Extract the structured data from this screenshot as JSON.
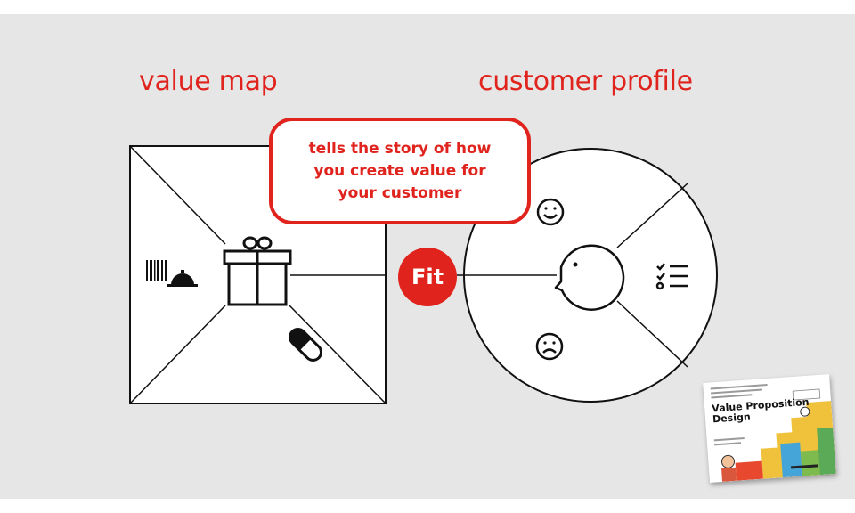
{
  "headings": {
    "value_map": "value map",
    "customer_profile": "customer profile"
  },
  "callout": {
    "text": "tells the story of how you create value for your customer"
  },
  "fit": {
    "label": "Fit"
  },
  "book": {
    "title": "Value Proposition Design"
  },
  "icons": {
    "value_map": [
      "products-services-icon",
      "gain-creators-gift-icon",
      "pain-relievers-pill-icon"
    ],
    "customer_profile": [
      "customer-face-icon",
      "gains-smile-icon",
      "customer-jobs-checklist-icon",
      "pains-frown-icon"
    ]
  },
  "colors": {
    "accent": "#e0231d",
    "background": "#e6e6e6",
    "line": "#111111"
  }
}
